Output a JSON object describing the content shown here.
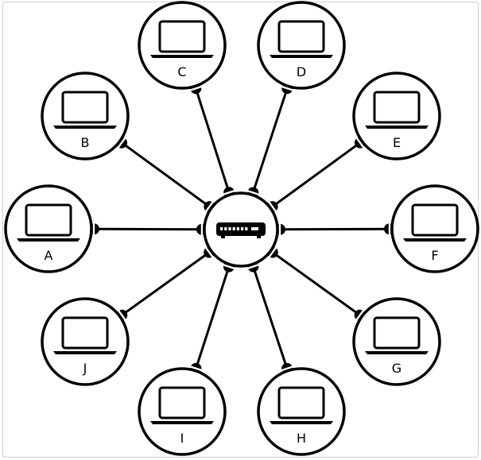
{
  "hub": {
    "icon": "network-switch-icon"
  },
  "nodes": [
    {
      "id": "A",
      "label": "A",
      "icon": "laptop-icon"
    },
    {
      "id": "B",
      "label": "B",
      "icon": "laptop-icon"
    },
    {
      "id": "C",
      "label": "C",
      "icon": "laptop-icon"
    },
    {
      "id": "D",
      "label": "D",
      "icon": "laptop-icon"
    },
    {
      "id": "E",
      "label": "E",
      "icon": "laptop-icon"
    },
    {
      "id": "F",
      "label": "F",
      "icon": "laptop-icon"
    },
    {
      "id": "G",
      "label": "G",
      "icon": "laptop-icon"
    },
    {
      "id": "H",
      "label": "H",
      "icon": "laptop-icon"
    },
    {
      "id": "I",
      "label": "I",
      "icon": "laptop-icon"
    },
    {
      "id": "J",
      "label": "J",
      "icon": "laptop-icon"
    }
  ],
  "links": [
    {
      "from": "hub",
      "to": "A"
    },
    {
      "from": "hub",
      "to": "B"
    },
    {
      "from": "hub",
      "to": "C"
    },
    {
      "from": "hub",
      "to": "D"
    },
    {
      "from": "hub",
      "to": "E"
    },
    {
      "from": "hub",
      "to": "F"
    },
    {
      "from": "hub",
      "to": "G"
    },
    {
      "from": "hub",
      "to": "H"
    },
    {
      "from": "hub",
      "to": "I"
    },
    {
      "from": "hub",
      "to": "J"
    }
  ],
  "colors": {
    "stroke": "#000000",
    "background": "#ffffff",
    "frame": "#d0d0d0"
  }
}
